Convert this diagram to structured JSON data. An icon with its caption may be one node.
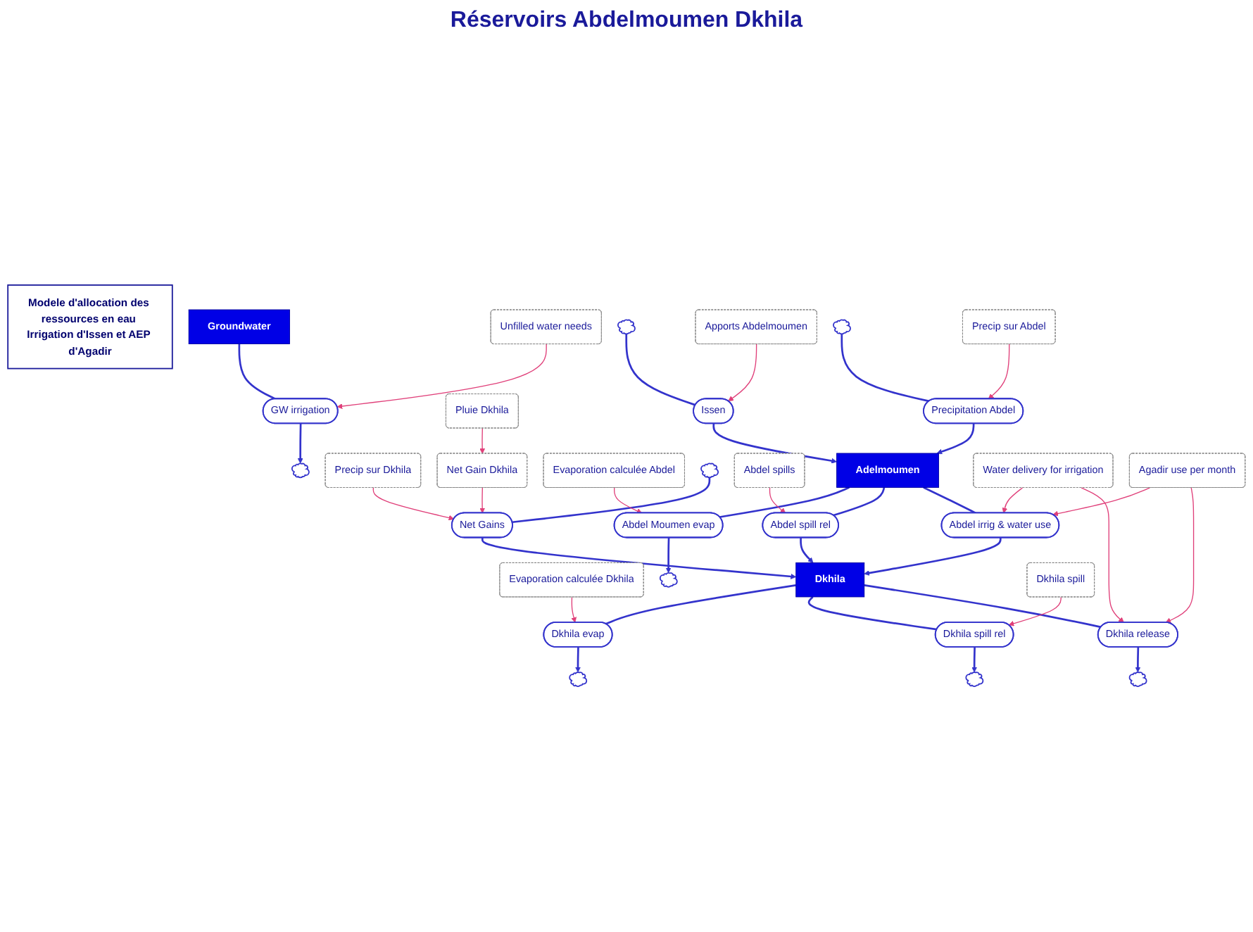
{
  "diagram": {
    "title": "Réservoirs Abdelmoumen Dkhila",
    "nodes": [
      {
        "text": [
          "Modele d'allocation des ressources en eau Irrigation d'Issen et AEP d'Agadir"
        ]
      },
      {
        "text": [
          "Groundwater"
        ]
      },
      {
        "text": [
          "GW irrigation"
        ]
      },
      {
        "text": [],
        "shape": "cloud"
      },
      {
        "text": [
          "Unfilled water needs"
        ]
      },
      {
        "text": [
          "Pluie Dkhila"
        ]
      },
      {
        "text": [
          "Precip sur Dkhila"
        ]
      },
      {
        "text": [
          "Net Gain Dkhila"
        ]
      },
      {
        "text": [
          "Evaporation calculée Dkhila"
        ]
      },
      {
        "text": [
          "Evaporation calculée Abdel"
        ]
      },
      {
        "text": [
          "Dkhila evap"
        ]
      },
      {
        "text": [
          "Net Gains"
        ]
      },
      {
        "text": [],
        "shape": "cloud"
      },
      {
        "text": [],
        "shape": "cloud"
      },
      {
        "text": [],
        "shape": "cloud"
      },
      {
        "text": [
          "Abdel spills"
        ]
      },
      {
        "text": [
          "Abdel Moumen evap"
        ]
      },
      {
        "text": [
          "Dkhila"
        ]
      },
      {
        "text": [
          "Adelmoumen"
        ]
      },
      {
        "text": [
          "Abdel spill rel"
        ]
      },
      {
        "text": [
          "Abdel irrig & water use"
        ]
      },
      {
        "text": [
          "Dkhila spill rel"
        ]
      },
      {
        "text": [],
        "shape": "cloud"
      },
      {
        "text": [
          "Issen"
        ]
      },
      {
        "text": [],
        "shape": "cloud"
      },
      {
        "text": [
          "Dkhila spill"
        ]
      },
      {
        "text": [
          "Apports Abdelmoumen"
        ]
      },
      {
        "text": [
          "Dkhila release"
        ]
      },
      {
        "text": [
          "Water delivery for irrigation"
        ]
      },
      {
        "text": [
          "Precipitation Abdel"
        ]
      },
      {
        "text": [],
        "shape": "cloud"
      },
      {
        "text": [],
        "shape": "cloud"
      },
      {
        "text": [
          "Agadir use per month"
        ]
      },
      {
        "text": [
          "Precip sur Abdel"
        ]
      }
    ],
    "edges": [
      {
        "from": 1,
        "to": 2,
        "arrow": "none"
      },
      {
        "from": 2,
        "to": 3,
        "arrow": "to"
      },
      {
        "from": 17,
        "to": 10,
        "arrow": "none"
      },
      {
        "from": 10,
        "to": 12,
        "arrow": "to"
      },
      {
        "from": 13,
        "to": 11,
        "arrow": "none"
      },
      {
        "from": 11,
        "to": 17,
        "arrow": "to"
      },
      {
        "from": 18,
        "to": 16,
        "arrow": "none"
      },
      {
        "from": 16,
        "to": 14,
        "arrow": "to"
      },
      {
        "from": 18,
        "to": 19,
        "arrow": "none"
      },
      {
        "from": 19,
        "to": 17,
        "arrow": "to"
      },
      {
        "from": 18,
        "to": 20,
        "arrow": "none"
      },
      {
        "from": 20,
        "to": 17,
        "arrow": "to"
      },
      {
        "from": 17,
        "to": 21,
        "arrow": "none"
      },
      {
        "from": 21,
        "to": 22,
        "arrow": "to"
      },
      {
        "from": 24,
        "to": 23,
        "arrow": "none"
      },
      {
        "from": 23,
        "to": 18,
        "arrow": "to"
      },
      {
        "from": 17,
        "to": 27,
        "arrow": "none"
      },
      {
        "from": 27,
        "to": 30,
        "arrow": "to"
      },
      {
        "from": 31,
        "to": 29,
        "arrow": "none"
      },
      {
        "from": 29,
        "to": 18,
        "arrow": "to"
      },
      {
        "from": 4,
        "to": 2,
        "arrow": "to",
        "color": "#e0407a"
      },
      {
        "from": 5,
        "to": 7,
        "arrow": "to",
        "color": "#e0407a"
      },
      {
        "from": 6,
        "to": 11,
        "arrow": "to",
        "color": "#e0407a"
      },
      {
        "from": 7,
        "to": 11,
        "arrow": "to",
        "color": "#e0407a"
      },
      {
        "from": 8,
        "to": 10,
        "arrow": "to",
        "color": "#e0407a"
      },
      {
        "from": 9,
        "to": 16,
        "arrow": "to",
        "color": "#e0407a"
      },
      {
        "from": 15,
        "to": 19,
        "arrow": "to",
        "color": "#e0407a"
      },
      {
        "from": 25,
        "to": 21,
        "arrow": "to",
        "color": "#e0407a"
      },
      {
        "from": 26,
        "to": 23,
        "arrow": "to",
        "color": "#e0407a"
      },
      {
        "from": 33,
        "to": 29,
        "arrow": "to",
        "color": "#e0407a"
      },
      {
        "from": 28,
        "to": 20,
        "arrow": "to",
        "color": "#e0407a"
      },
      {
        "from": 28,
        "to": 27,
        "arrow": "to",
        "color": "#e0407a"
      },
      {
        "from": 32,
        "to": 20,
        "arrow": "to",
        "color": "#e0407a"
      },
      {
        "from": 32,
        "to": 27,
        "arrow": "to",
        "color": "#e0407a"
      }
    ]
  }
}
